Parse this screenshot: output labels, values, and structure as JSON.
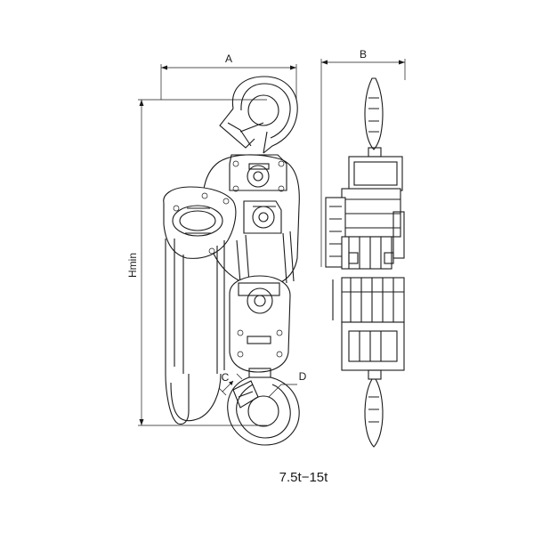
{
  "dimensions": {
    "a": "A",
    "b": "B",
    "c": "C",
    "d": "D",
    "h": "Hmin"
  },
  "caption": "7.5t−15t"
}
